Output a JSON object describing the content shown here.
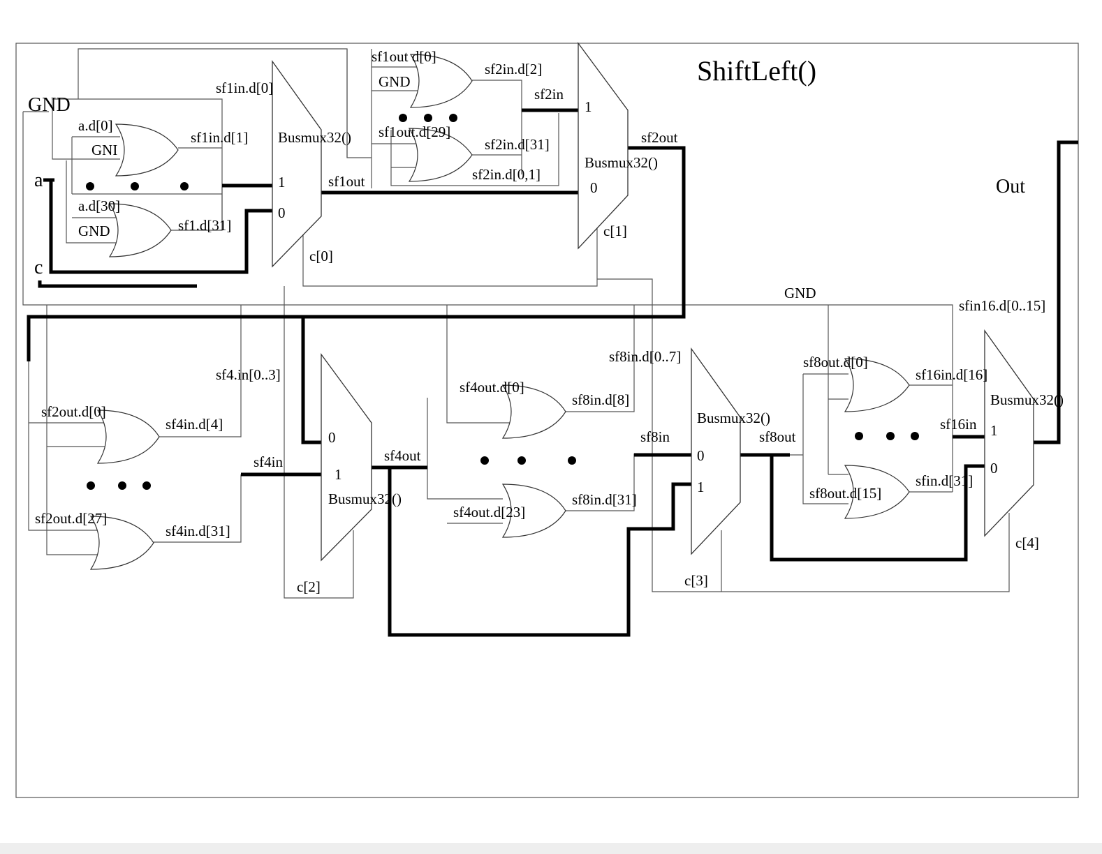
{
  "title": "ShiftLeft()",
  "ports": {
    "input_a": "a",
    "input_c": "c",
    "output": "Out",
    "gnd_top": "GND"
  },
  "mux_label": "Busmux32()",
  "mux_pins": {
    "one": "1",
    "zero": "0"
  },
  "gnd": "GND",
  "stage1": {
    "sf1in_d0": "sf1in.d[0]",
    "sf1in_d1": "sf1in.d[1]",
    "sf1_d31": "sf1.d[31]",
    "ad0": "a.d[0]",
    "ad30": "a.d[30]",
    "gnd_a": "GNI",
    "gnd_b": "GND",
    "sf1out": "sf1out",
    "sel": "c[0]"
  },
  "stage2": {
    "sf1out_d0": "sf1out d[0]",
    "sf1out_d29": "sf1out.d[29]",
    "sf2in_d2": "sf2in.d[2]",
    "sf2in_d31": "sf2in.d[31]",
    "sf2in_d01": "sf2in.d[0,1]",
    "sf2in": "sf2in",
    "sf2out": "sf2out",
    "sel": "c[1]"
  },
  "stage3": {
    "sf4in_range": "sf4.in[0..3]",
    "sf2out_d0": "sf2out.d[0]",
    "sf2out_d27": "sf2out.d[27]",
    "sf4in_d4": "sf4in.d[4]",
    "sf4in_d31": "sf4in.d[31]",
    "sf4in": "sf4in",
    "sf4out": "sf4out",
    "sel": "c[2]"
  },
  "stage4": {
    "sf8in_range": "sf8in.d[0..7]",
    "sf4out_d0": "sf4out.d[0]",
    "sf4out_d23": "sf4out.d[23]",
    "sf8in_d8": "sf8in.d[8]",
    "sf8in_d31": "sf8in.d[31]",
    "sf8in": "sf8in",
    "sf8out": "sf8out",
    "sel": "c[3]"
  },
  "stage5": {
    "gnd": "GND",
    "sfin16_range": "sfin16.d[0..15]",
    "sf8out_d0": "sf8out.d[0]",
    "sf8out_d15": "sf8out.d[15]",
    "sf16in_d16": "sf16in.d[16]",
    "sfin_d31": "sfin.d[31]",
    "sf16in": "sf16in",
    "sel": "c[4]"
  }
}
